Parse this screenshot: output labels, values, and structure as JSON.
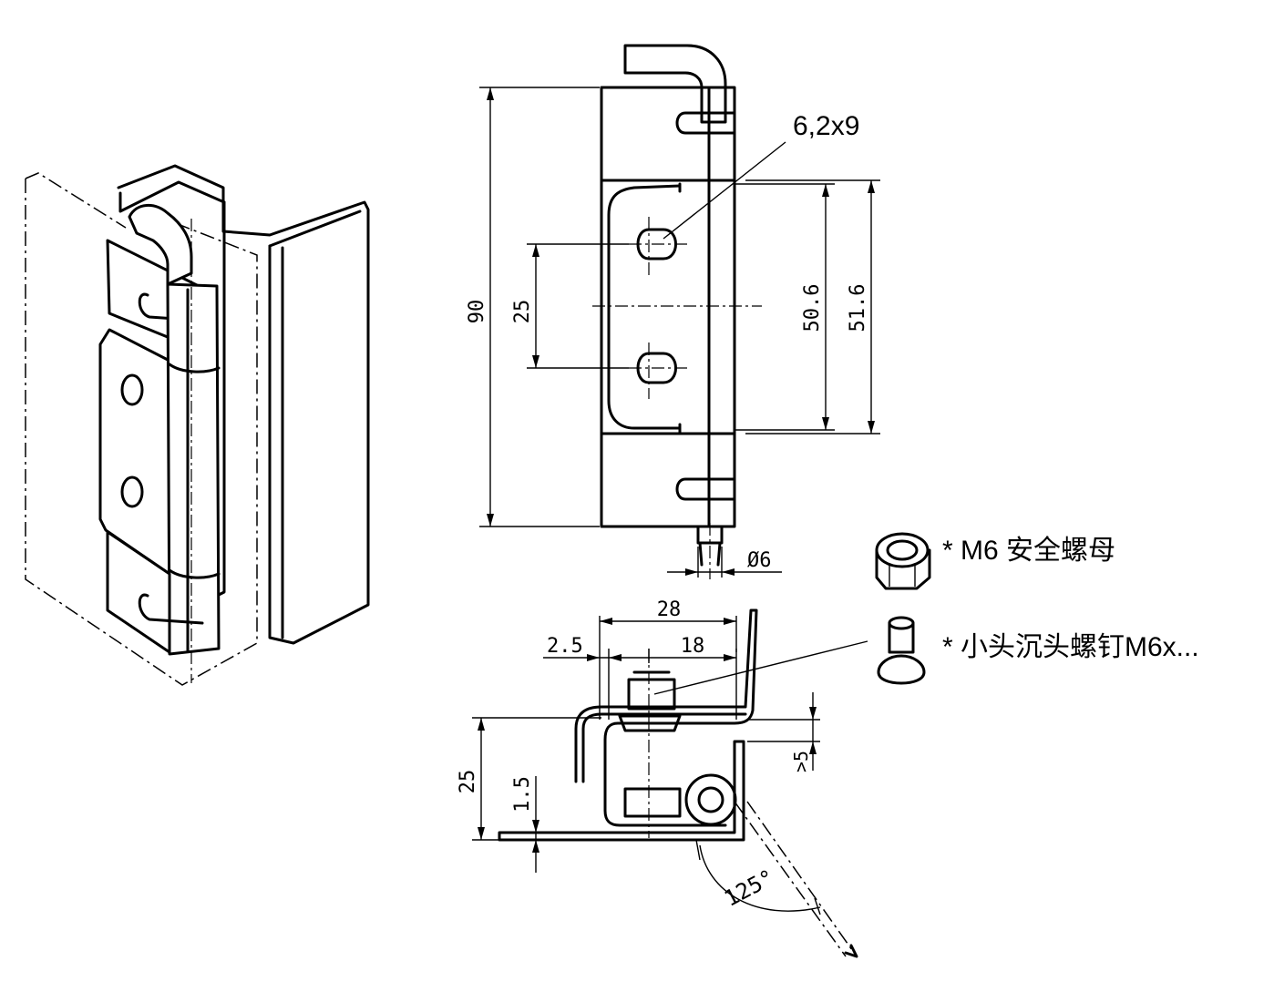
{
  "dimensions": {
    "total_height": "90",
    "hole_spacing": "25",
    "leaf_height_a": "50.6",
    "leaf_height_b": "51.6",
    "pin_diameter": "Ø6",
    "slot_hole": "6,2x9",
    "width_total": "28",
    "width_inner": "18",
    "offset": "2.5",
    "depth": "25",
    "thickness": "1.5",
    "gap": ">5",
    "opening_angle": "125°"
  },
  "parts": {
    "nut": "* M6 安全螺母",
    "screw": "* 小头沉头螺钉M6x..."
  }
}
